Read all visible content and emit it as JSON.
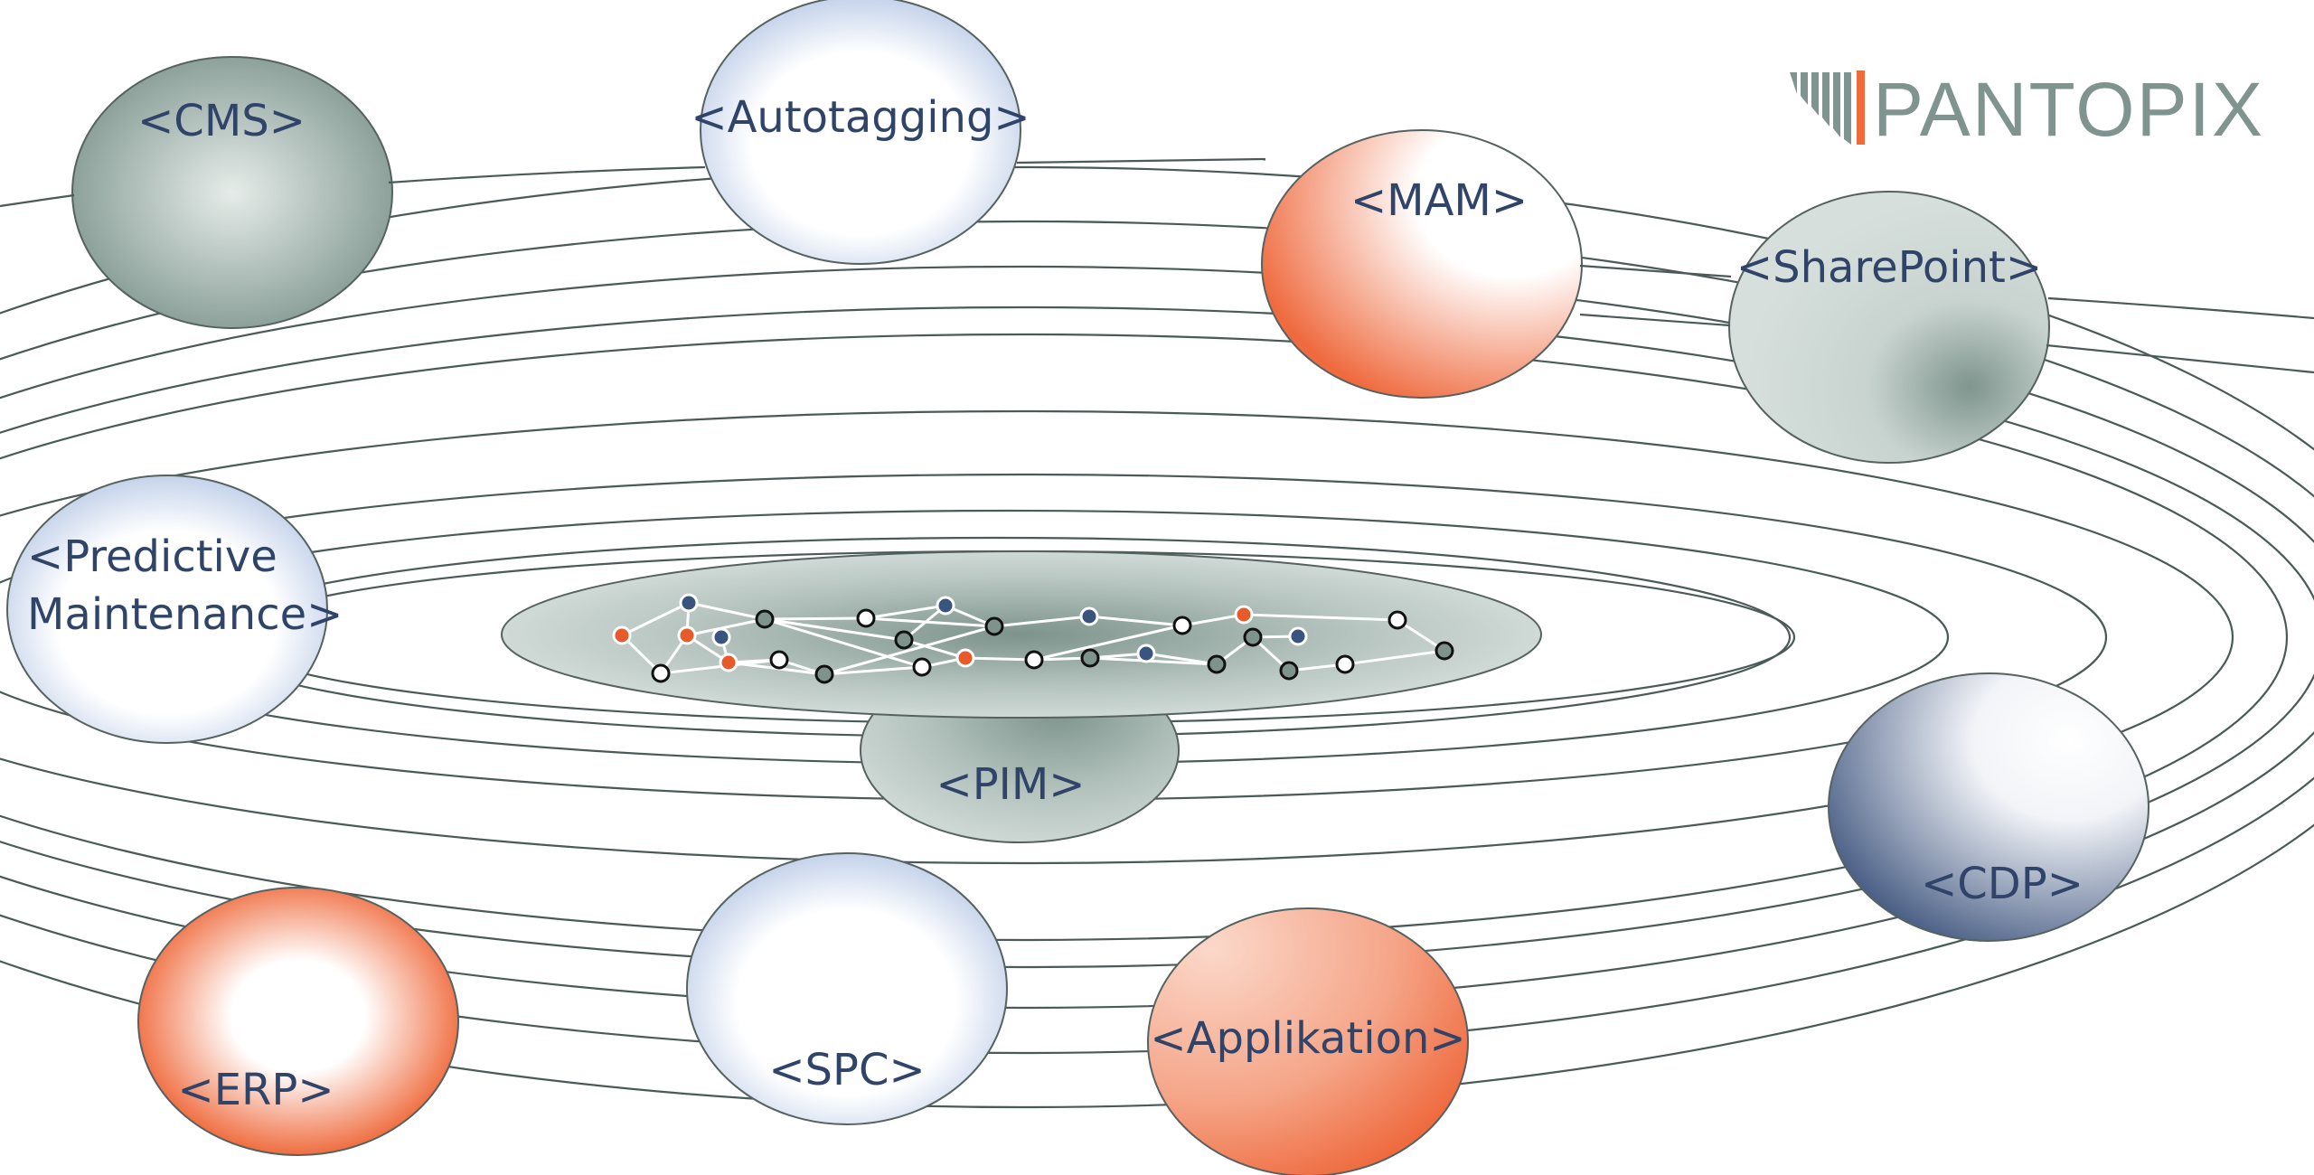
{
  "logo": {
    "text": "PANTOPIX",
    "bar_color": "#7f938f",
    "accent_color": "#f06a3a"
  },
  "colors": {
    "label": "#2f4468",
    "orbit": "#4a5a58",
    "gray": "#849a93",
    "blue_light": "#c4d2ea",
    "blue_dark": "#4a5f85",
    "orange": "#ef6a3e",
    "node_dark": "#7d938c",
    "node_orange": "#e85a2a",
    "node_blue": "#3a5480",
    "node_white": "#ffffff"
  },
  "planets": [
    {
      "id": "cms",
      "label": "<CMS>"
    },
    {
      "id": "autotagging",
      "label": "<Autotagging>"
    },
    {
      "id": "mam",
      "label": "<MAM>"
    },
    {
      "id": "sharepoint",
      "label": "<SharePoint>"
    },
    {
      "id": "predictive-maintenance",
      "label_line1": "<Predictive",
      "label_line2": "Maintenance>"
    },
    {
      "id": "pim",
      "label": "<PIM>"
    },
    {
      "id": "cdp",
      "label": "<CDP>"
    },
    {
      "id": "erp",
      "label": "<ERP>"
    },
    {
      "id": "spc",
      "label": "<SPC>"
    },
    {
      "id": "applikation",
      "label": "<Applikation>"
    }
  ]
}
